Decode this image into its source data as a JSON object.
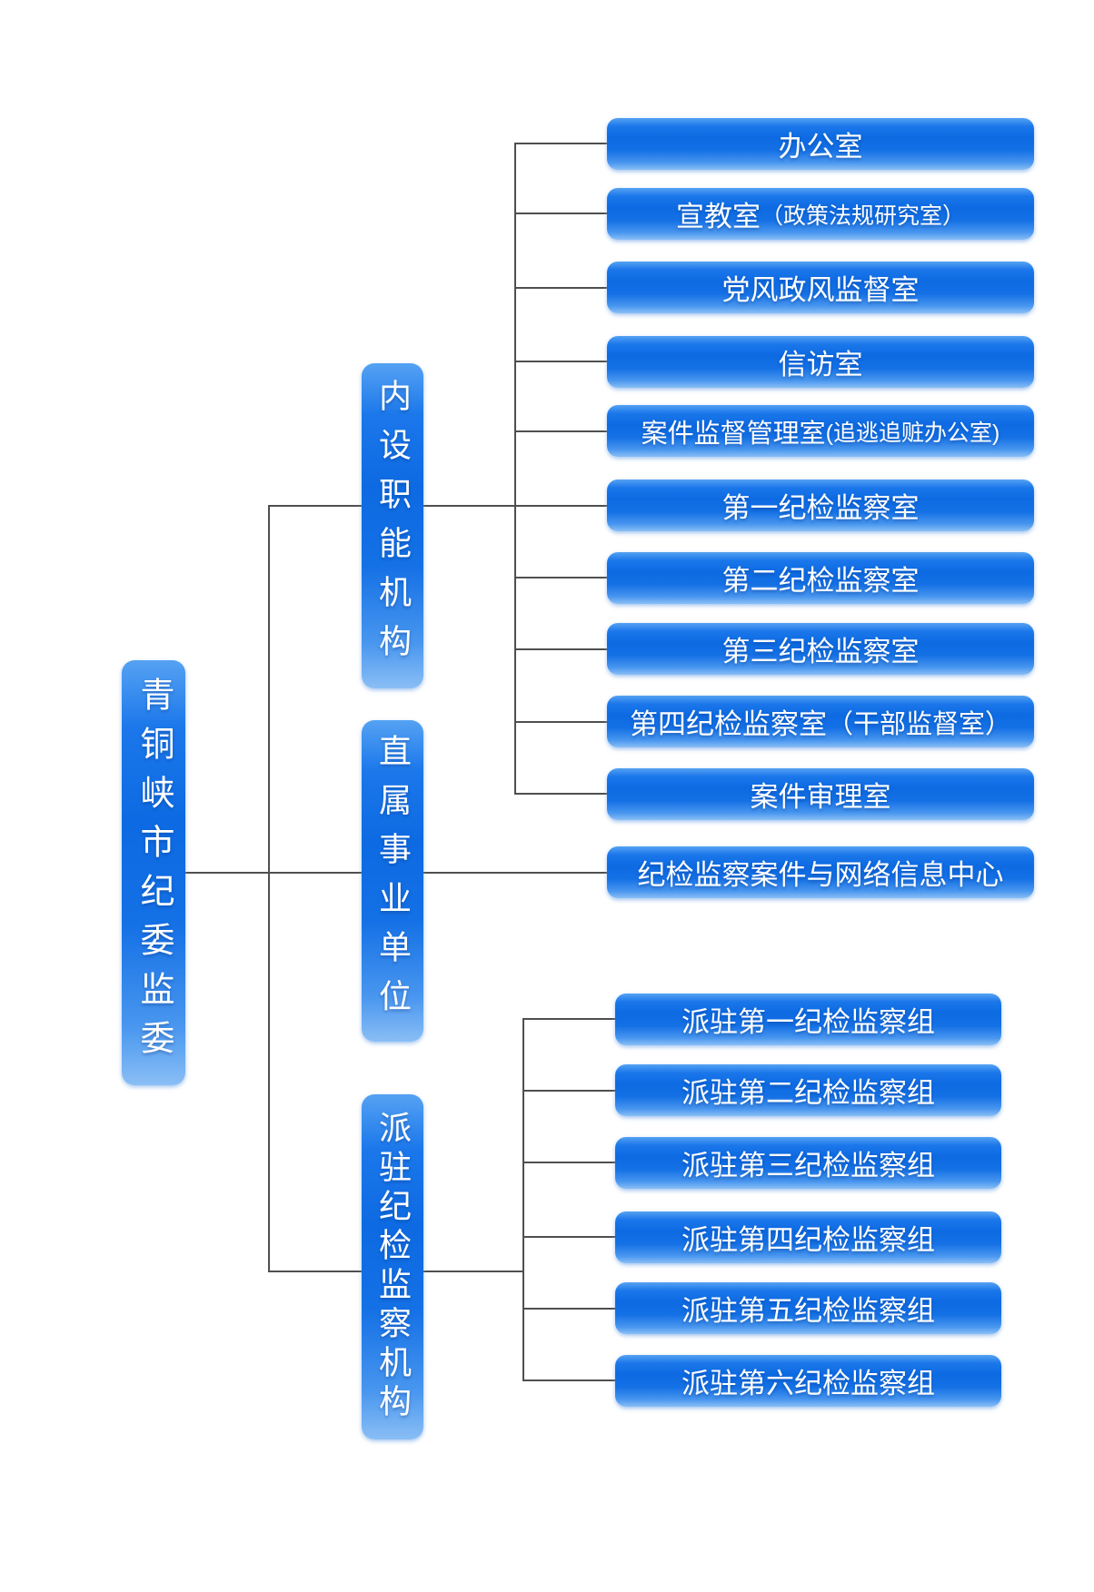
{
  "org": {
    "root": {
      "label": "青铜峡市纪委监委"
    },
    "categories": [
      {
        "label": "内设职能机构",
        "items": [
          {
            "main": "办公室"
          },
          {
            "main": "宣教室",
            "sub": "（政策法规研究室）"
          },
          {
            "main": "党风政风监督室"
          },
          {
            "main": "信访室"
          },
          {
            "main": "案件监督管理室",
            "sub": "(追逃追赃办公室)"
          },
          {
            "main": "第一纪检监察室"
          },
          {
            "main": "第二纪检监察室"
          },
          {
            "main": "第三纪检监察室"
          },
          {
            "main": "第四纪检监察室",
            "sub": "（干部监督室）"
          },
          {
            "main": "案件审理室"
          }
        ]
      },
      {
        "label": "直属事业单位",
        "items": [
          {
            "main": "纪检监察案件与网络信息中心"
          }
        ]
      },
      {
        "label": "派驻纪检监察机构",
        "items": [
          {
            "main": "派驻第一纪检监察组"
          },
          {
            "main": "派驻第二纪检监察组"
          },
          {
            "main": "派驻第三纪检监察组"
          },
          {
            "main": "派驻第四纪检监察组"
          },
          {
            "main": "派驻第五纪检监察组"
          },
          {
            "main": "派驻第六纪检监察组"
          }
        ]
      }
    ]
  }
}
